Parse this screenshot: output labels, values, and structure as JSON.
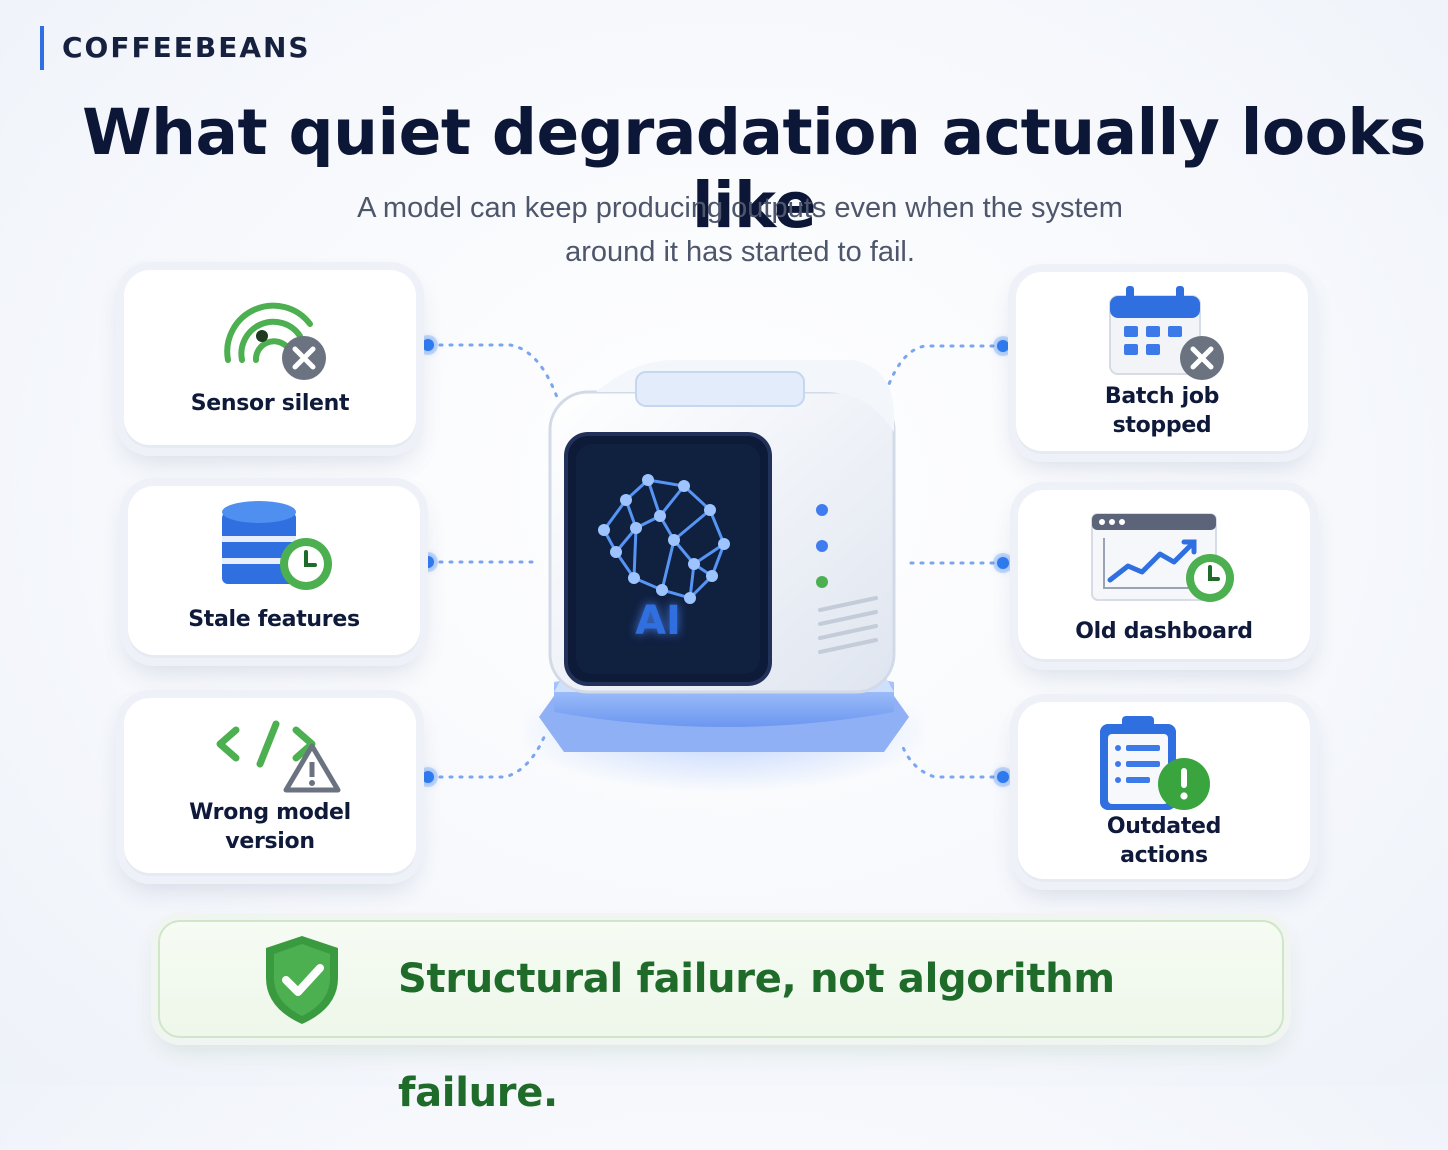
{
  "brand": "COFFEEBEANS",
  "title": "What quiet degradation actually looks like",
  "subtitle_line1": "A model can keep producing outputs even when the system",
  "subtitle_line2": "around it has started to fail.",
  "center": {
    "screen_text": "AI",
    "icon": "ai-server-brain-icon"
  },
  "cards_left": [
    {
      "label": "Sensor silent",
      "icon": "wireless-signal-error-icon"
    },
    {
      "label": "Stale features",
      "icon": "database-clock-icon"
    },
    {
      "label_line1": "Wrong model",
      "label_line2": "version",
      "icon": "code-warning-icon"
    }
  ],
  "cards_right": [
    {
      "label_line1": "Batch job",
      "label_line2": "stopped",
      "icon": "calendar-error-icon"
    },
    {
      "label": "Old dashboard",
      "icon": "chart-clock-icon"
    },
    {
      "label_line1": "Outdated",
      "label_line2": "actions",
      "icon": "clipboard-alert-icon"
    }
  ],
  "banner": {
    "text": "Structural failure, not algorithm failure.",
    "icon": "shield-check-icon"
  },
  "colors": {
    "accent_blue": "#2f7bf0",
    "green": "#1f6b2a",
    "error_gray": "#6b7280"
  }
}
